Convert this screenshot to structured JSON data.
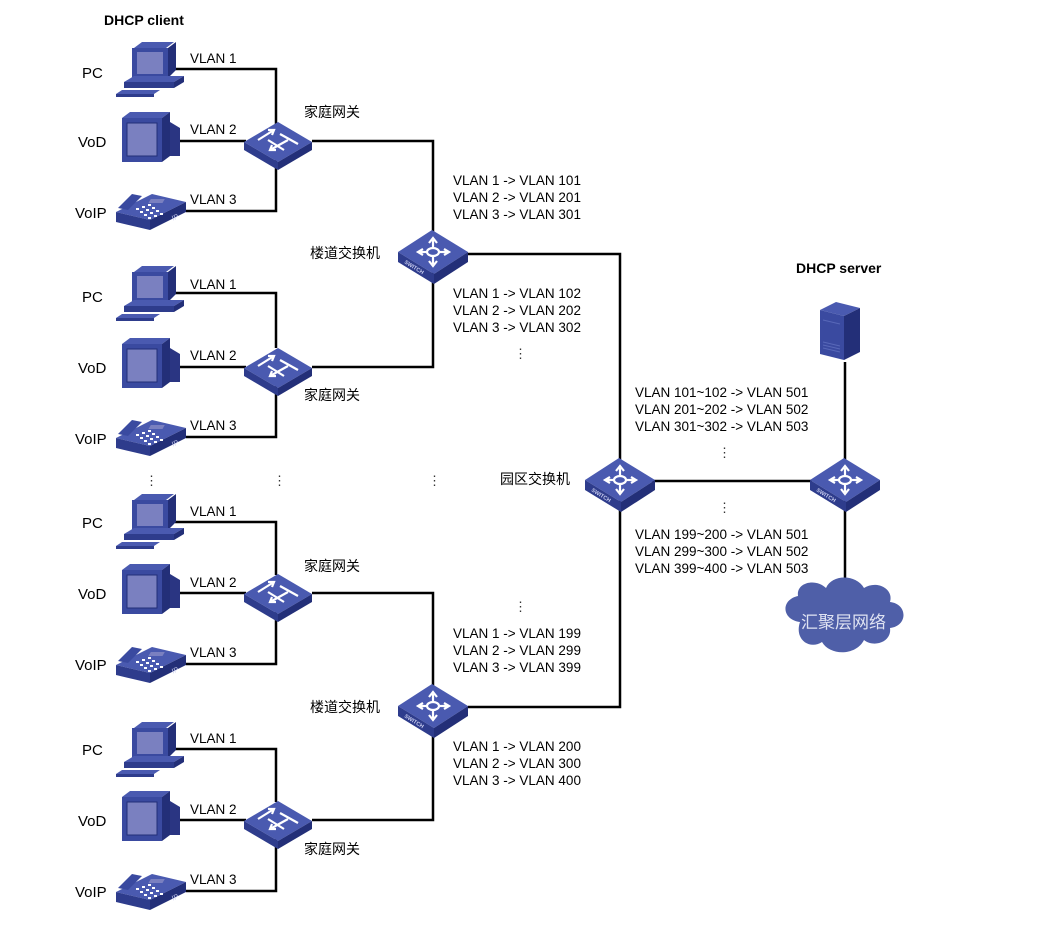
{
  "titles": {
    "client": "DHCP client",
    "server": "DHCP server"
  },
  "device_labels": {
    "pc": "PC",
    "vod": "VoD",
    "voip": "VoIP"
  },
  "port_labels": {
    "vlan1": "VLAN 1",
    "vlan2": "VLAN 2",
    "vlan3": "VLAN 3"
  },
  "node_labels": {
    "home_gateway": "家庭网关",
    "floor_switch": "楼道交换机",
    "campus_switch": "园区交换机",
    "aggregation_network": "汇聚层网络",
    "switch_badge": "SWITCH"
  },
  "ellipsis": "⋮",
  "mappings": {
    "floor1_upper": [
      "VLAN 1 -> VLAN 101",
      "VLAN 2 -> VLAN 201",
      "VLAN 3 -> VLAN 301"
    ],
    "floor1_lower": [
      "VLAN 1 -> VLAN 102",
      "VLAN 2 -> VLAN 202",
      "VLAN 3 -> VLAN 302"
    ],
    "floor2_upper": [
      "VLAN 1 -> VLAN 199",
      "VLAN 2 -> VLAN 299",
      "VLAN 3 -> VLAN 399"
    ],
    "floor2_lower": [
      "VLAN 1 -> VLAN 200",
      "VLAN 2 -> VLAN 300",
      "VLAN 3 -> VLAN 400"
    ],
    "campus_upper": [
      "VLAN 101~102 -> VLAN 501",
      "VLAN 201~202 -> VLAN 502",
      "VLAN 301~302 -> VLAN 503"
    ],
    "campus_lower": [
      "VLAN 199~200 -> VLAN 501",
      "VLAN 299~300 -> VLAN 502",
      "VLAN 399~400 -> VLAN 503"
    ]
  },
  "colors": {
    "device_blue": "#3a4aa0",
    "device_dark": "#232f78",
    "device_light": "#5565b8",
    "screen": "#7a80c0",
    "cloud": "#4f5fa8",
    "wire": "#000000"
  }
}
